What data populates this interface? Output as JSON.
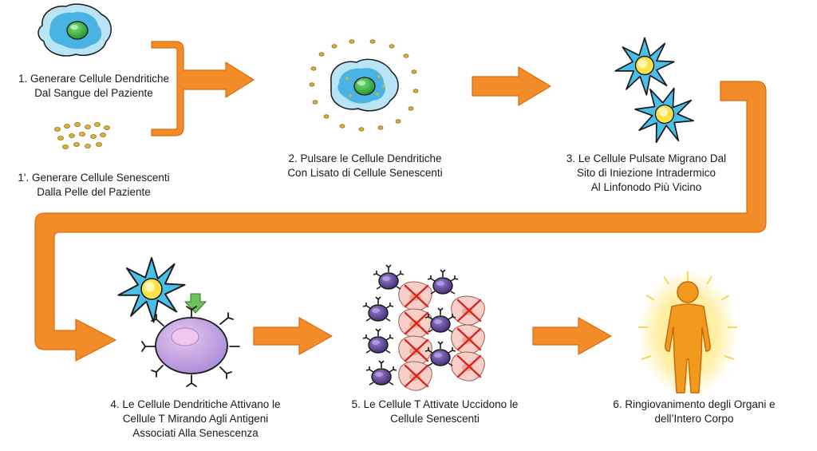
{
  "colors": {
    "arrow": "#F28C28",
    "arrow_stroke": "#E06A10",
    "dendritic": "#3FB8E6",
    "nucleus": "#2FAE3A",
    "senescent_particle": "#D8B53A",
    "t_cell": "#B8A4E0",
    "activated_t_cell": "#5B3F93",
    "senescent_cell": "#F5C6C0",
    "kill_mark": "#D7261E",
    "human_figure": "#F29A1E",
    "glow": "#FFE25A"
  },
  "steps": [
    {
      "id": "step-1",
      "text": "1. Generare Cellule Dendritiche\nDal Sangue del Paziente",
      "icon": "dendritic-cell-icon"
    },
    {
      "id": "step-1b",
      "text": "1'. Generare Cellule Senescenti\nDalla Pelle del Paziente",
      "icon": "senescent-particles-icon"
    },
    {
      "id": "step-2",
      "text": "2. Pulsare le Cellule Dendritiche\nCon Lisato di Cellule Senescenti",
      "icon": "pulsed-dendritic-cell-icon"
    },
    {
      "id": "step-3",
      "text": "3. Le Cellule Pulsate Migrano Dal\nSito di Iniezione Intradermico\nAl Linfonodo Più Vicino",
      "icon": "migrating-dendritic-cells-icon"
    },
    {
      "id": "step-4",
      "text": "4. Le Cellule Dendritiche Attivano le\nCellule T Mirando Agli Antigeni\nAssociati Alla Senescenza",
      "icon": "t-cell-activation-icon"
    },
    {
      "id": "step-5",
      "text": "5. Le Cellule T Attivate Uccidono le\nCellule Senescenti",
      "icon": "t-cells-killing-icon"
    },
    {
      "id": "step-6",
      "text": "6. Ringiovanimento degli Organi e\ndell’Intero Corpo",
      "icon": "glowing-human-icon"
    }
  ]
}
